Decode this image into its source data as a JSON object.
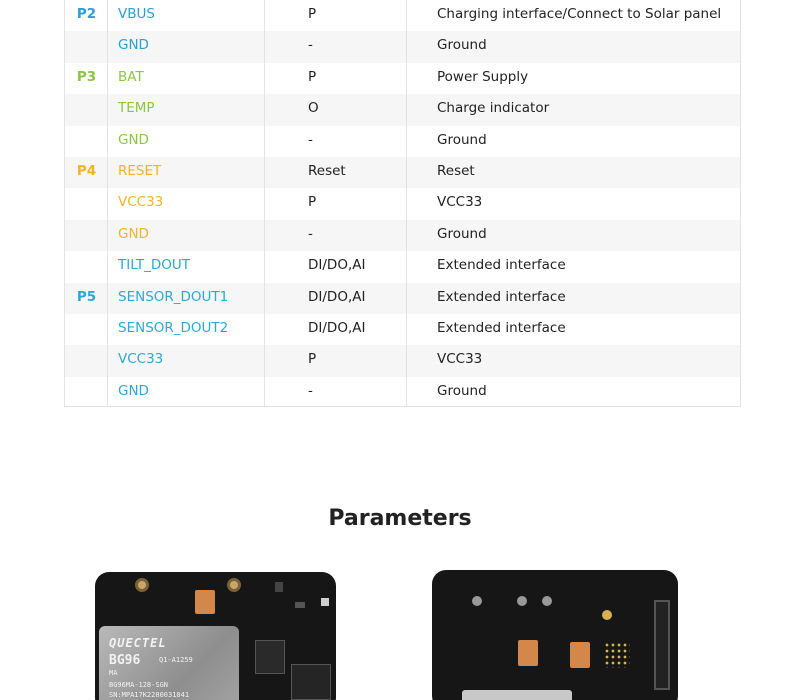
{
  "colors": {
    "P2": "#2a9fd6",
    "P3": "#8cc63f",
    "P4": "#f3b229",
    "P5": "#2aa9d6"
  },
  "pin_rows": [
    {
      "port": "P2",
      "name": "VBUS",
      "type": "P",
      "desc": "Charging interface/Connect to Solar panel"
    },
    {
      "port": "",
      "name": "GND",
      "type": "-",
      "desc": "Ground"
    },
    {
      "port": "P3",
      "name": "BAT",
      "type": "P",
      "desc": "Power Supply"
    },
    {
      "port": "",
      "name": "TEMP",
      "type": "O",
      "desc": "Charge indicator"
    },
    {
      "port": "",
      "name": "GND",
      "type": "-",
      "desc": "Ground"
    },
    {
      "port": "P4",
      "name": "RESET",
      "type": "Reset",
      "desc": "Reset"
    },
    {
      "port": "",
      "name": "VCC33",
      "type": "P",
      "desc": "VCC33"
    },
    {
      "port": "",
      "name": "GND",
      "type": "-",
      "desc": "Ground"
    },
    {
      "port": "",
      "name": "TILT_DOUT",
      "type": "DI/DO,AI",
      "desc": "Extended interface"
    },
    {
      "port": "P5",
      "name": "SENSOR_DOUT1",
      "type": "DI/DO,AI",
      "desc": "Extended interface"
    },
    {
      "port": "",
      "name": "SENSOR_DOUT2",
      "type": "DI/DO,AI",
      "desc": "Extended interface"
    },
    {
      "port": "",
      "name": "VCC33",
      "type": "P",
      "desc": "VCC33"
    },
    {
      "port": "",
      "name": "GND",
      "type": "-",
      "desc": "Ground"
    }
  ],
  "section_title": "Parameters",
  "board1_chip": {
    "brand": "QUECTEL",
    "model": "BG96",
    "code": "Q1-A1259",
    "line3": "MA",
    "part": "BG96MA-128-SGN",
    "serial": "SN:MPA17K2280031041"
  }
}
